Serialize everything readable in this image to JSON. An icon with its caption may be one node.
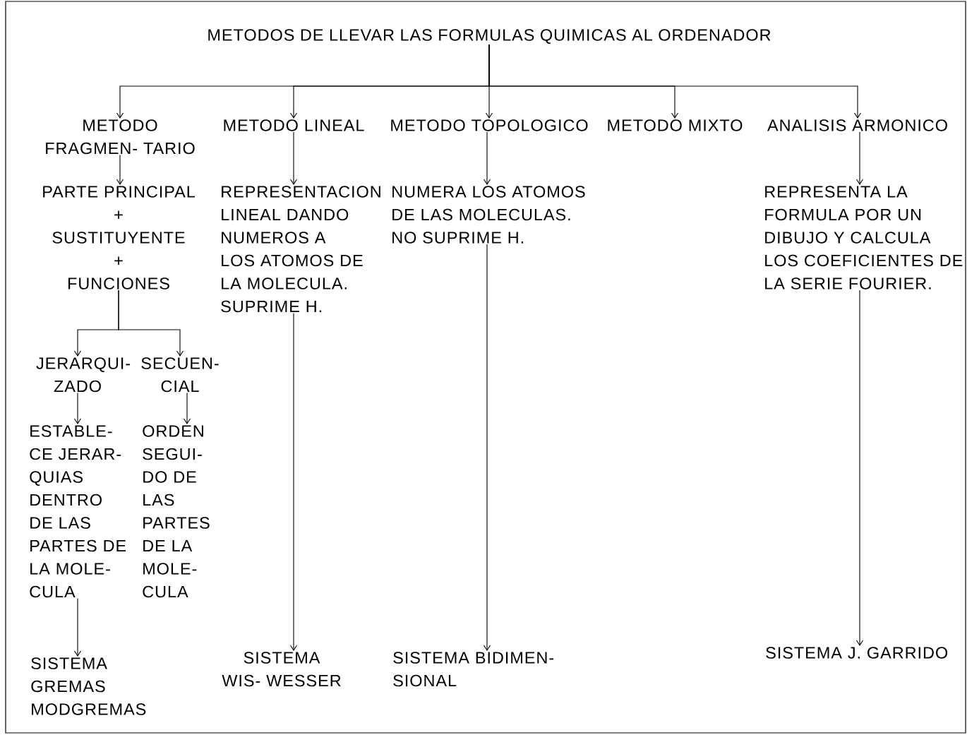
{
  "diagram": {
    "nodes": [
      {
        "text": [
          "METODOS DE LLEVAR LAS FORMULAS QUIMICAS AL ORDENADOR"
        ]
      },
      {
        "text": [
          "METODO FRAGMEN- TARIO"
        ]
      },
      {
        "text": [
          "METODO LINEAL"
        ]
      },
      {
        "text": [
          "METODO TOPOLOGICO"
        ]
      },
      {
        "text": [
          "METODO MIXTO"
        ]
      },
      {
        "text": [
          "ANALISIS ARMONICO"
        ]
      },
      {
        "text": [
          "PARTE PRINCIPAL",
          "+",
          "SUSTITUYENTE",
          "+",
          "FUNCIONES"
        ]
      },
      {
        "text": [
          "REPRESENTACION LINEAL DANDO NUMEROS A LOS ATOMOS DE LA MOLECULA. SUPRIME H."
        ]
      },
      {
        "text": [
          "NUMERA LOS ATOMOS DE LAS MOLECULAS. NO SUPRIME H."
        ]
      },
      {
        "text": [
          "REPRESENTA LA FORMULA POR UN DIBUJO Y CALCULA LOS COEFICIENTES DE LA SERIE FOURIER."
        ]
      },
      {
        "text": [
          "JERARQUI- ZADO"
        ]
      },
      {
        "text": [
          "SECUEN- CIAL"
        ]
      },
      {
        "text": [
          "ESTABLE- CE JERAR- QUIAS DENTRO DE LAS PARTES DE LA MOLE- CULA"
        ]
      },
      {
        "text": [
          "ORDEN SEGUI- DO DE LAS PARTES DE LA MOLE- CULA"
        ]
      },
      {
        "text": [
          "SISTEMA GREMAS MODGREMAS"
        ]
      },
      {
        "text": [
          "SISTEMA WIS- WESSER"
        ]
      },
      {
        "text": [
          "SISTEMA BIDIMEN- SIONAL"
        ]
      },
      {
        "text": [
          "SISTEMA J. GARRIDO"
        ]
      }
    ],
    "edges": [
      {
        "from": 0,
        "to": 1,
        "arrow": "to"
      },
      {
        "from": 0,
        "to": 2,
        "arrow": "to"
      },
      {
        "from": 0,
        "to": 3,
        "arrow": "to"
      },
      {
        "from": 0,
        "to": 4,
        "arrow": "to"
      },
      {
        "from": 0,
        "to": 5,
        "arrow": "to"
      },
      {
        "from": 1,
        "to": 6,
        "arrow": "to"
      },
      {
        "from": 2,
        "to": 7,
        "arrow": "to"
      },
      {
        "from": 3,
        "to": 8,
        "arrow": "to"
      },
      {
        "from": 5,
        "to": 9,
        "arrow": "to"
      },
      {
        "from": 6,
        "to": 10,
        "arrow": "to"
      },
      {
        "from": 6,
        "to": 11,
        "arrow": "to"
      },
      {
        "from": 10,
        "to": 12,
        "arrow": "to"
      },
      {
        "from": 11,
        "to": 13,
        "arrow": "to"
      },
      {
        "from": 12,
        "to": 14,
        "arrow": "to"
      },
      {
        "from": 7,
        "to": 15,
        "arrow": "to"
      },
      {
        "from": 8,
        "to": 16,
        "arrow": "to"
      },
      {
        "from": 9,
        "to": 17,
        "arrow": "to"
      }
    ]
  }
}
